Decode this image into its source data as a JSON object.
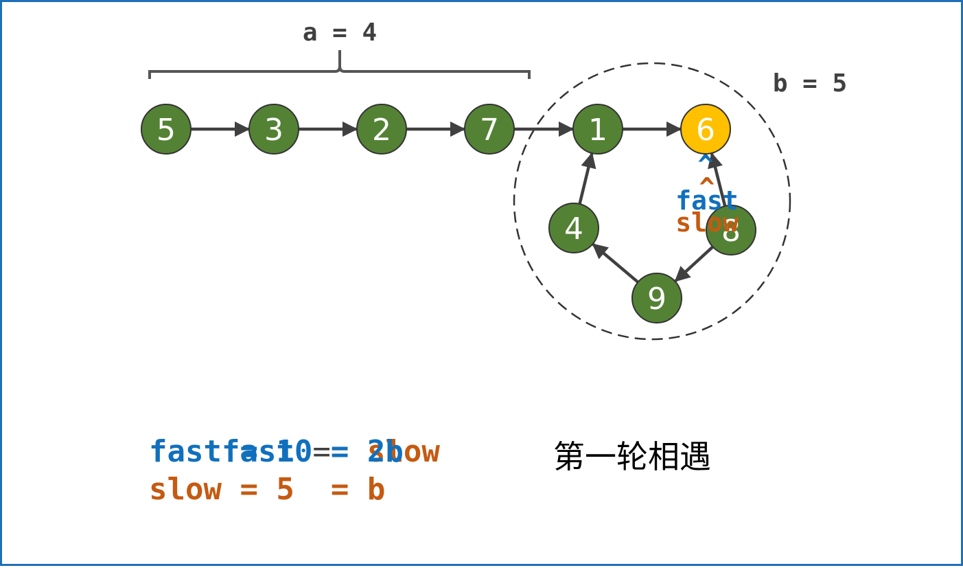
{
  "labels": {
    "a_label": "a = 4",
    "b_label": "b = 5",
    "pointer_fast": "fast",
    "pointer_slow": "slow",
    "pointer_fast_caret": "^",
    "pointer_slow_caret": "^"
  },
  "nodes": [
    {
      "id": "n5",
      "value": "5",
      "highlight": false
    },
    {
      "id": "n3",
      "value": "3",
      "highlight": false
    },
    {
      "id": "n2",
      "value": "2",
      "highlight": false
    },
    {
      "id": "n7",
      "value": "7",
      "highlight": false
    },
    {
      "id": "n1",
      "value": "1",
      "highlight": false
    },
    {
      "id": "n6",
      "value": "6",
      "highlight": true
    },
    {
      "id": "n8",
      "value": "8",
      "highlight": false
    },
    {
      "id": "n9",
      "value": "9",
      "highlight": false
    },
    {
      "id": "n4",
      "value": "4",
      "highlight": false
    }
  ],
  "edges": [
    [
      "n5",
      "n3"
    ],
    [
      "n3",
      "n2"
    ],
    [
      "n2",
      "n7"
    ],
    [
      "n7",
      "n1"
    ],
    [
      "n1",
      "n6"
    ],
    [
      "n8",
      "n6"
    ],
    [
      "n8",
      "n9"
    ],
    [
      "n9",
      "n4"
    ],
    [
      "n4",
      "n1"
    ]
  ],
  "equations": {
    "line1": {
      "fast": "fast",
      "op": " == ",
      "slow": "slow"
    },
    "line2": "fast = 10 = 2b",
    "line3": "slow = 5  = b"
  },
  "caption": "第一轮相遇",
  "colors": {
    "node_fill": "#548235",
    "node_highlight": "#ffc000",
    "fast": "#1170bd",
    "slow": "#c55a11",
    "line": "#404040",
    "border": "#1f6fb8"
  }
}
